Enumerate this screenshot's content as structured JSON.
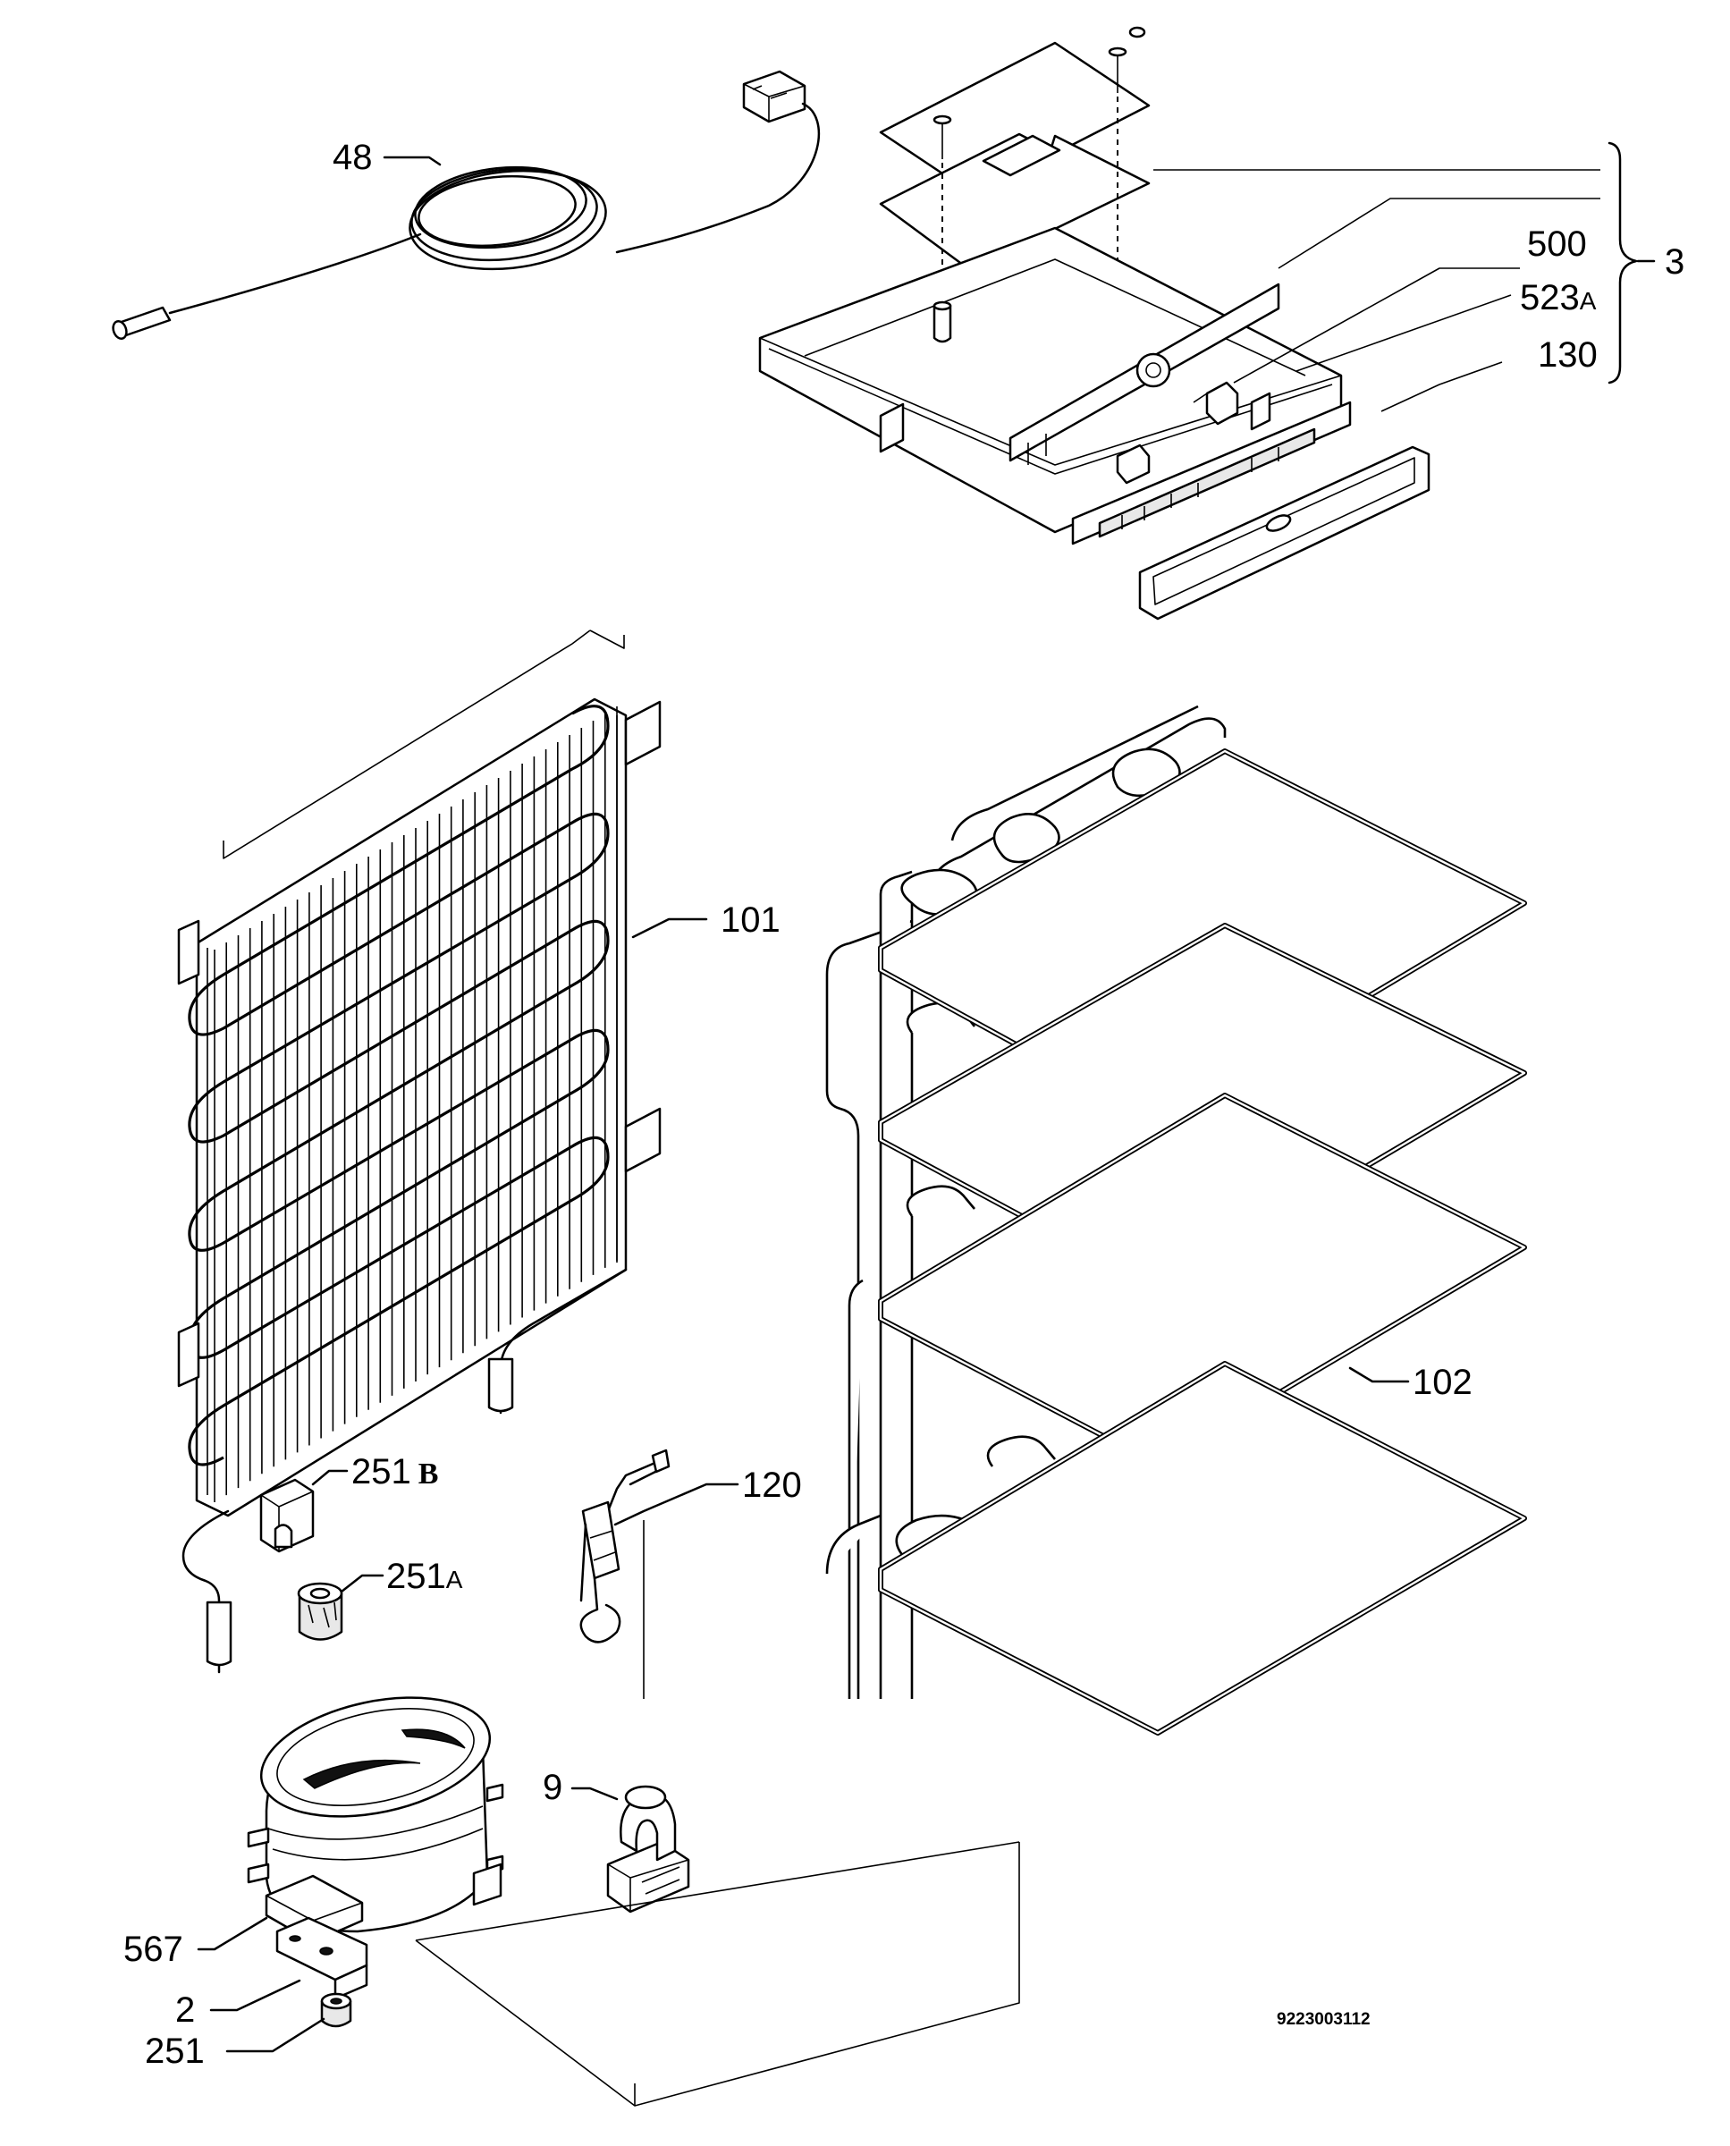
{
  "diagram": {
    "drawing_code": "9223003112",
    "parts": [
      {
        "id": "48",
        "label": "48",
        "icon": "sensor-cable-icon"
      },
      {
        "id": "500",
        "label": "500",
        "icon": "control-panel-icon"
      },
      {
        "id": "523a",
        "label": "523",
        "suffix": "A",
        "icon": "control-panel-icon"
      },
      {
        "id": "130",
        "label": "130",
        "icon": "front-trim-icon"
      },
      {
        "id": "3",
        "label": "3",
        "icon": "assembly-bracket-icon"
      },
      {
        "id": "101",
        "label": "101",
        "icon": "condenser-icon"
      },
      {
        "id": "102",
        "label": "102",
        "icon": "evaporator-shelves-icon"
      },
      {
        "id": "251b",
        "label": "251",
        "suffix": "B",
        "icon": "grommet-icon"
      },
      {
        "id": "251a",
        "label": "251",
        "suffix": "A",
        "icon": "sleeve-icon"
      },
      {
        "id": "120",
        "label": "120",
        "icon": "drier-filter-icon"
      },
      {
        "id": "9",
        "label": "9",
        "icon": "relay-icon"
      },
      {
        "id": "567",
        "label": "567",
        "icon": "mounting-plate-icon"
      },
      {
        "id": "2",
        "label": "2",
        "icon": "compressor-icon"
      },
      {
        "id": "251",
        "label": "251",
        "icon": "rubber-foot-icon"
      }
    ]
  }
}
